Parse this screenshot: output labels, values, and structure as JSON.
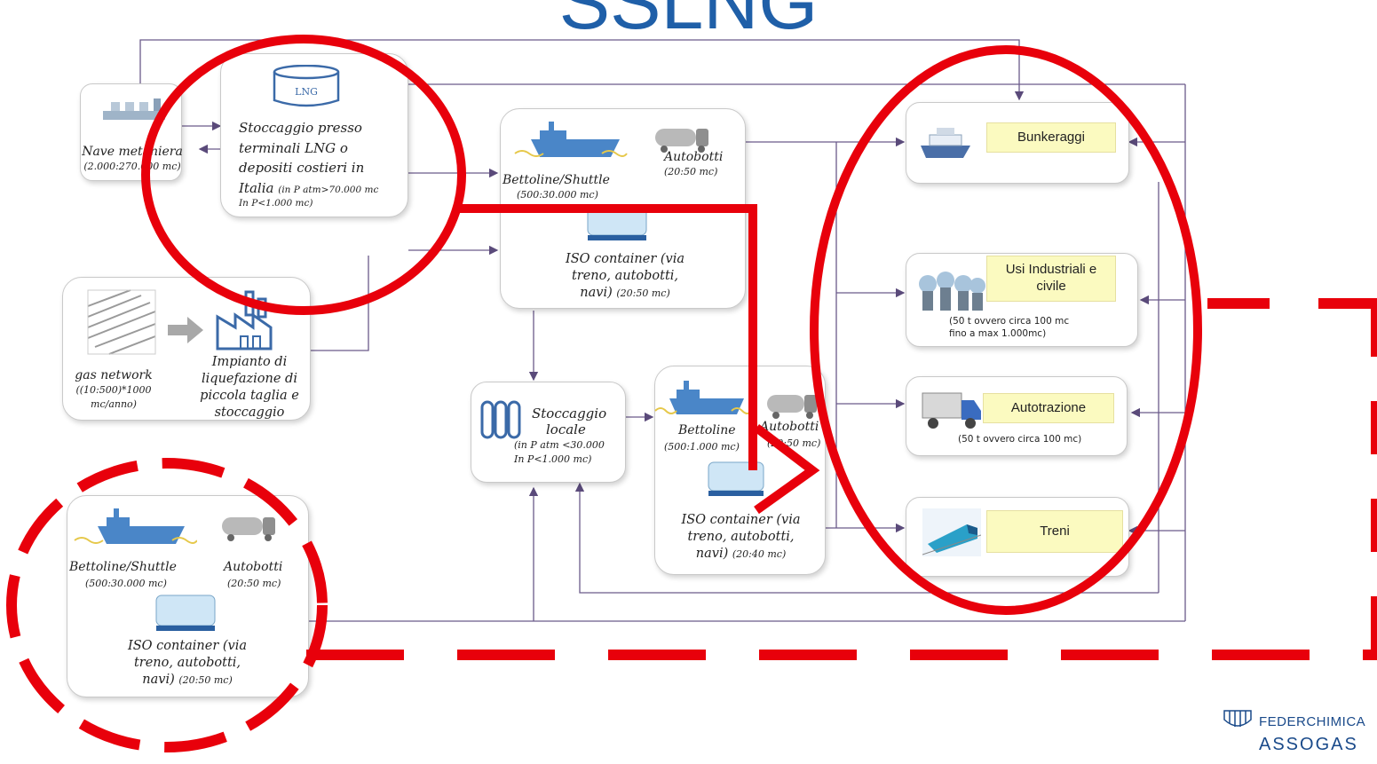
{
  "title": "SSLNG",
  "nodes": {
    "nave": {
      "name": "Nave metaniera",
      "cap": "(2.000:270.000 mc)"
    },
    "stoccaggio": {
      "l1": "Stoccaggio presso",
      "l2": "terminali LNG o",
      "l3": "depositi costieri in",
      "l4": "Italia",
      "l4_small": "(in P atm>70.000 mc",
      "l5": "In P<1.000 mc)",
      "tank_label": "LNG"
    },
    "gasnet": {
      "name": "gas network",
      "cap1": "((10:500)*1000",
      "cap2": "mc/anno)"
    },
    "impianto": {
      "l1": "Impianto di",
      "l2": "liquefazione di",
      "l3": "piccola taglia e",
      "l4": "stoccaggio"
    },
    "hub_top": {
      "bettoline": "Bettoline/Shuttle",
      "bettoline_cap": "(500:30.000 mc)",
      "autobotti": "Autobotti",
      "autobotti_cap": "(20:50 mc)",
      "iso_l1": "ISO container (via",
      "iso_l2": "treno, autobotti,",
      "iso_l3": "navi)",
      "iso_cap": "(20:50 mc)"
    },
    "stoc_locale": {
      "l1": "Stoccaggio",
      "l2": "locale",
      "l3": "(in P atm <30.000",
      "l4": "In P<1.000 mc)"
    },
    "hub_mid": {
      "bettoline": "Bettoline",
      "bettoline_cap": "(500:1.000 mc)",
      "autobotti": "Autobotti",
      "autobotti_cap": "(20:50 mc)",
      "iso_l1": "ISO container (via",
      "iso_l2": "treno, autobotti,",
      "iso_l3": "navi)",
      "iso_cap": "(20:40 mc)"
    },
    "hub_low": {
      "bettoline": "Bettoline/Shuttle",
      "bettoline_cap": "(500:30.000 mc)",
      "autobotti": "Autobotti",
      "autobotti_cap": "(20:50 mc)",
      "iso_l1": "ISO container (via",
      "iso_l2": "treno, autobotti,",
      "iso_l3": "navi)",
      "iso_cap": "(20:50 mc)"
    },
    "bunkeraggi": {
      "label": "Bunkeraggi"
    },
    "usi": {
      "l1": "Usi Industriali e",
      "l2": "civile",
      "n1": "(50 t ovvero circa 100 mc",
      "n2": "fino a max 1.000mc)"
    },
    "autotrazione": {
      "label": "Autotrazione",
      "note": "(50 t ovvero circa 100 mc)"
    },
    "treni": {
      "label": "Treni"
    }
  },
  "logo": {
    "l1": "FEDERCHIMICA",
    "l2": "ASSOGAS"
  },
  "colors": {
    "title": "#1f5fa8",
    "annotation": "#e8000b",
    "ship": "#4a86c8",
    "connector": "#5a4a7a",
    "label_bg": "#fbfac0"
  }
}
